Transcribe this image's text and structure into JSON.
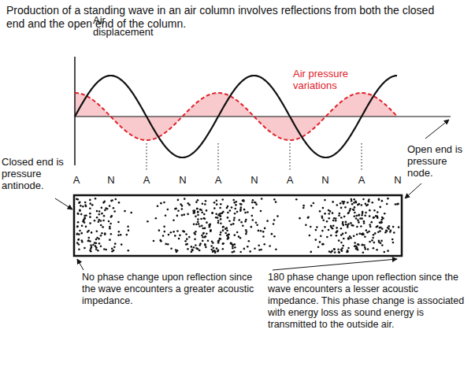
{
  "diagram": {
    "title": "Production of a standing wave in an air column involves reflections from both the closed end and the open end of the column.",
    "labels": [
      "Air displacement",
      "Air pressure variations",
      "Closed end is pressure antinode.",
      "Open end is pressure node.",
      "A",
      "N",
      "A",
      "N",
      "A",
      "N",
      "A",
      "N",
      "A",
      "N",
      "No phase change upon reflection since the wave encounters a greater acoustic impedance.",
      "180 phase change upon reflection since the wave encounters a lesser acoustic impedance. This phase change is associated with energy loss as sound energy is transmitted to the outside air."
    ]
  }
}
